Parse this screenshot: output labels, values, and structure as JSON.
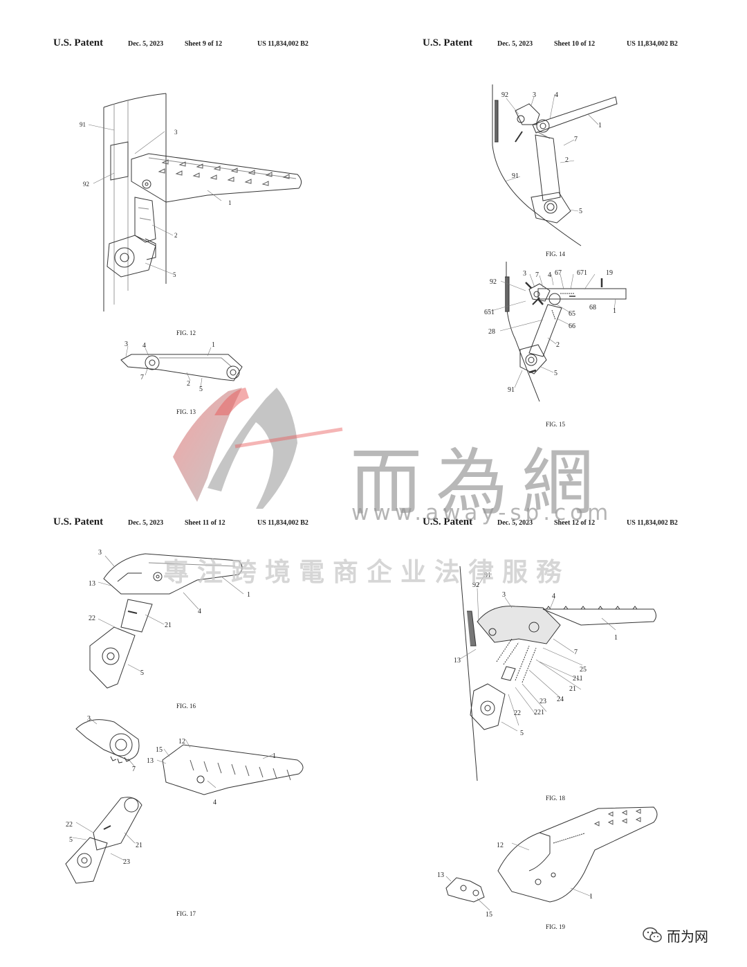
{
  "sheets": [
    {
      "patent": "U.S. Patent",
      "date": "Dec. 5, 2023",
      "sheet": "Sheet 9 of 12",
      "number": "US 11,834,002 B2"
    },
    {
      "patent": "U.S. Patent",
      "date": "Dec. 5, 2023",
      "sheet": "Sheet 10 of 12",
      "number": "US 11,834,002 B2"
    },
    {
      "patent": "U.S. Patent",
      "date": "Dec. 5, 2023",
      "sheet": "Sheet 11 of 12",
      "number": "US 11,834,002 B2"
    },
    {
      "patent": "U.S. Patent",
      "date": "Dec. 5, 2023",
      "sheet": "Sheet 12 of 12",
      "number": "US 11,834,002 B2"
    }
  ],
  "figures": {
    "fig12": "FIG. 12",
    "fig13": "FIG. 13",
    "fig14": "FIG. 14",
    "fig15": "FIG. 15",
    "fig16": "FIG. 16",
    "fig17": "FIG. 17",
    "fig18": "FIG. 18",
    "fig19": "FIG. 19"
  },
  "labels": {
    "n1": "1",
    "n2": "2",
    "n3": "3",
    "n4": "4",
    "n5": "5",
    "n7": "7",
    "n12": "12",
    "n13": "13",
    "n15": "15",
    "n19": "19",
    "n21": "21",
    "n22": "22",
    "n23": "23",
    "n24": "24",
    "n25": "25",
    "n28": "28",
    "n65": "65",
    "n66": "66",
    "n67": "67",
    "n68": "68",
    "n91": "91",
    "n92": "92",
    "n211": "211",
    "n221": "221",
    "n651": "651",
    "n671": "671"
  },
  "watermark": {
    "title": "而為網",
    "url": "www.away-sp.com",
    "slogan": "專注跨境電商企业法律服務",
    "logo_color": "#e85a5a"
  },
  "badge": {
    "text": "而为网",
    "icon": "wechat-icon"
  }
}
